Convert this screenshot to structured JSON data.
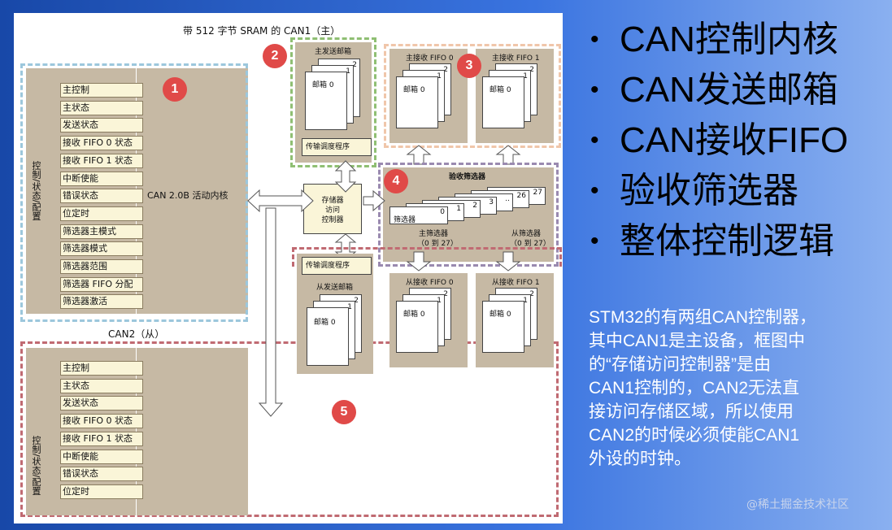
{
  "diagram": {
    "title": "带 512 字节 SRAM 的 CAN1（主）",
    "can2_label": "CAN2（从）",
    "ctrl_vertical_label": "控制/状态/配置",
    "core_label": "CAN 2.0B 活动内核",
    "can1_registers": [
      "主控制",
      "主状态",
      "发送状态",
      "接收 FIFO 0 状态",
      "接收 FIFO 1 状态",
      "中断使能",
      "错误状态",
      "位定时",
      "筛选器主模式",
      "筛选器模式",
      "筛选器范围",
      "筛选器 FIFO 分配",
      "筛选器激活"
    ],
    "can2_registers": [
      "主控制",
      "主状态",
      "发送状态",
      "接收 FIFO 0 状态",
      "接收 FIFO 1 状态",
      "中断使能",
      "错误状态",
      "位定时"
    ],
    "master_tx": {
      "title": "主发送邮箱",
      "mailbox": "邮箱 0",
      "pages": [
        "2",
        "1"
      ],
      "scheduler": "传输调度程序"
    },
    "slave_tx": {
      "title": "从发送邮箱",
      "mailbox": "邮箱 0",
      "pages": [
        "2",
        "1"
      ],
      "scheduler": "传输调度程序"
    },
    "storage_ctrl": {
      "line1": "存储器",
      "line2": "访问",
      "line3": "控制器"
    },
    "master_fifo0": {
      "title": "主接收 FIFO 0",
      "mailbox": "邮箱 0",
      "pages": [
        "2",
        "1"
      ]
    },
    "master_fifo1": {
      "title": "主接收 FIFO 1",
      "mailbox": "邮箱 0",
      "pages": [
        "2",
        "1"
      ]
    },
    "slave_fifo0": {
      "title": "从接收 FIFO 0",
      "mailbox": "邮箱 0",
      "pages": [
        "2",
        "1"
      ]
    },
    "slave_fifo1": {
      "title": "从接收 FIFO 1",
      "mailbox": "邮箱 0",
      "pages": [
        "2",
        "1"
      ]
    },
    "filters": {
      "title": "验收筛选器",
      "filter_label": "筛选器",
      "numbers": [
        "0",
        "1",
        "2",
        "3",
        "..",
        "26",
        "27"
      ],
      "master_label": "主筛选器",
      "master_range": "（0 到 27）",
      "slave_label": "从筛选器",
      "slave_range": "（0 到 27）"
    },
    "circles": [
      "1",
      "2",
      "3",
      "4",
      "5"
    ]
  },
  "bullets": [
    "CAN控制内核",
    "CAN发送邮箱",
    "CAN接收FIFO",
    "验收筛选器",
    "整体控制逻辑"
  ],
  "description_lines": [
    "STM32的有两组CAN控制器，",
    "其中CAN1是主设备，框图中",
    "的“存储访问控制器”是由",
    "CAN1控制的，CAN2无法直",
    "接访问存储区域，所以使用",
    "CAN2的时候必须使能CAN1",
    "外设的时钟。"
  ],
  "watermark": "@稀土掘金技术社区",
  "colors": {
    "circle": "#e04a48",
    "panel": "#c6b9a4",
    "register": "#faf5d8",
    "dash_blue": "#9cc7dc",
    "dash_green": "#8fbf73",
    "dash_peach": "#f0c6aa",
    "dash_purple": "#9a8ab0",
    "dash_red": "#c06a72"
  }
}
